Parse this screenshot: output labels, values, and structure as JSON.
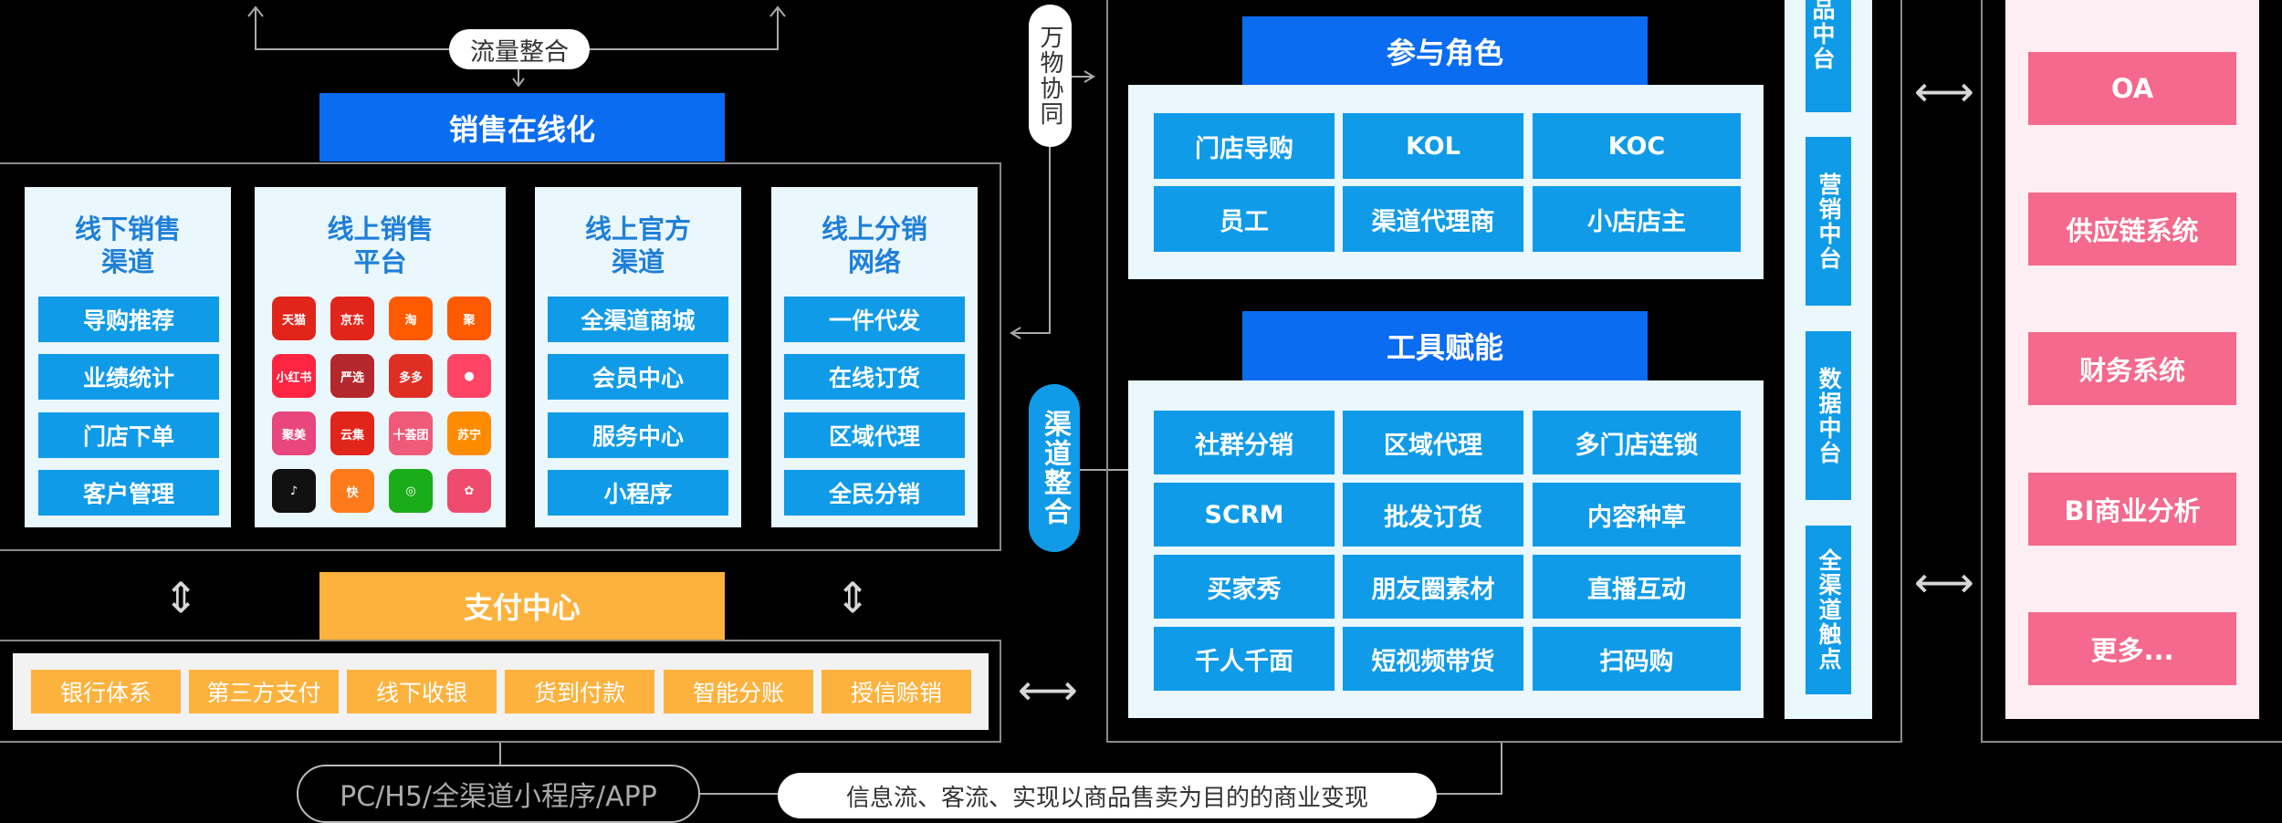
{
  "top": {
    "traffic_label": "流量整合",
    "sales_online": "销售在线化",
    "wanwu_label": "万物协同"
  },
  "channels": [
    {
      "title": "线下销售\n渠道",
      "items": [
        "导购推荐",
        "业绩统计",
        "门店下单",
        "客户管理"
      ]
    },
    {
      "title": "线上销售\n平台",
      "platforms": [
        {
          "name": "tmall-icon",
          "label": "天猫",
          "color": "#e1251b"
        },
        {
          "name": "jd-icon",
          "label": "京东",
          "color": "#e1251b"
        },
        {
          "name": "taobao-icon",
          "label": "淘",
          "color": "#ff5a00"
        },
        {
          "name": "juhuasuan-icon",
          "label": "聚",
          "color": "#ff5a00"
        },
        {
          "name": "xiaohongshu-icon",
          "label": "小红书",
          "color": "#ff2442"
        },
        {
          "name": "yanxuan-icon",
          "label": "严选",
          "color": "#b4282d"
        },
        {
          "name": "pinduoduo-icon",
          "label": "多多",
          "color": "#e02e24"
        },
        {
          "name": "mogujie-icon",
          "label": "●",
          "color": "#ff4466"
        },
        {
          "name": "jumei-icon",
          "label": "聚美",
          "color": "#e8467c"
        },
        {
          "name": "yunji-icon",
          "label": "云集",
          "color": "#e1251b"
        },
        {
          "name": "meituan-icon",
          "label": "十荟团",
          "color": "#f05a79"
        },
        {
          "name": "suning-icon",
          "label": "苏宁",
          "color": "#ff8c00"
        },
        {
          "name": "douyin-icon",
          "label": "♪",
          "color": "#111111"
        },
        {
          "name": "kuaishou-icon",
          "label": "快",
          "color": "#ff7a1a"
        },
        {
          "name": "wechat-mini-icon",
          "label": "◎",
          "color": "#1aad19"
        },
        {
          "name": "flower-icon",
          "label": "✿",
          "color": "#ef4b6e"
        }
      ]
    },
    {
      "title": "线上官方\n渠道",
      "items": [
        "全渠道商城",
        "会员中心",
        "服务中心",
        "小程序"
      ]
    },
    {
      "title": "线上分销\n网络",
      "items": [
        "一件代发",
        "在线订货",
        "区域代理",
        "全民分销"
      ]
    }
  ],
  "payment": {
    "title": "支付中心",
    "items": [
      "银行体系",
      "第三方支付",
      "线下收银",
      "货到付款",
      "智能分账",
      "授信赊销"
    ]
  },
  "bottom": {
    "left_pill": "PC/H5/全渠道小程序/APP",
    "right_pill": "信息流、客流、实现以商品售卖为目的的商业变现"
  },
  "channel_integration": "渠道整合",
  "roles": {
    "title": "参与角色",
    "items": [
      "门店导购",
      "KOL",
      "KOC",
      "员工",
      "渠道代理商",
      "小店店主"
    ]
  },
  "tools": {
    "title": "工具赋能",
    "items": [
      "社群分销",
      "区域代理",
      "多门店连锁",
      "SCRM",
      "批发订货",
      "内容种草",
      "买家秀",
      "朋友圈素材",
      "直播互动",
      "千人千面",
      "短视频带货",
      "扫码购"
    ]
  },
  "platforms_middle": [
    "品中台",
    "营销中台",
    "数据中台",
    "全渠道触点"
  ],
  "systems": [
    "OA",
    "供应链系统",
    "财务系统",
    "BI商业分析",
    "更多..."
  ],
  "colors": {
    "background": "#000000",
    "header_blue": "#0a6cf0",
    "button_blue": "#0f9be8",
    "card_bg": "#eaf7fd",
    "payment_orange": "#fdb23e",
    "system_pink": "#f4698c"
  }
}
